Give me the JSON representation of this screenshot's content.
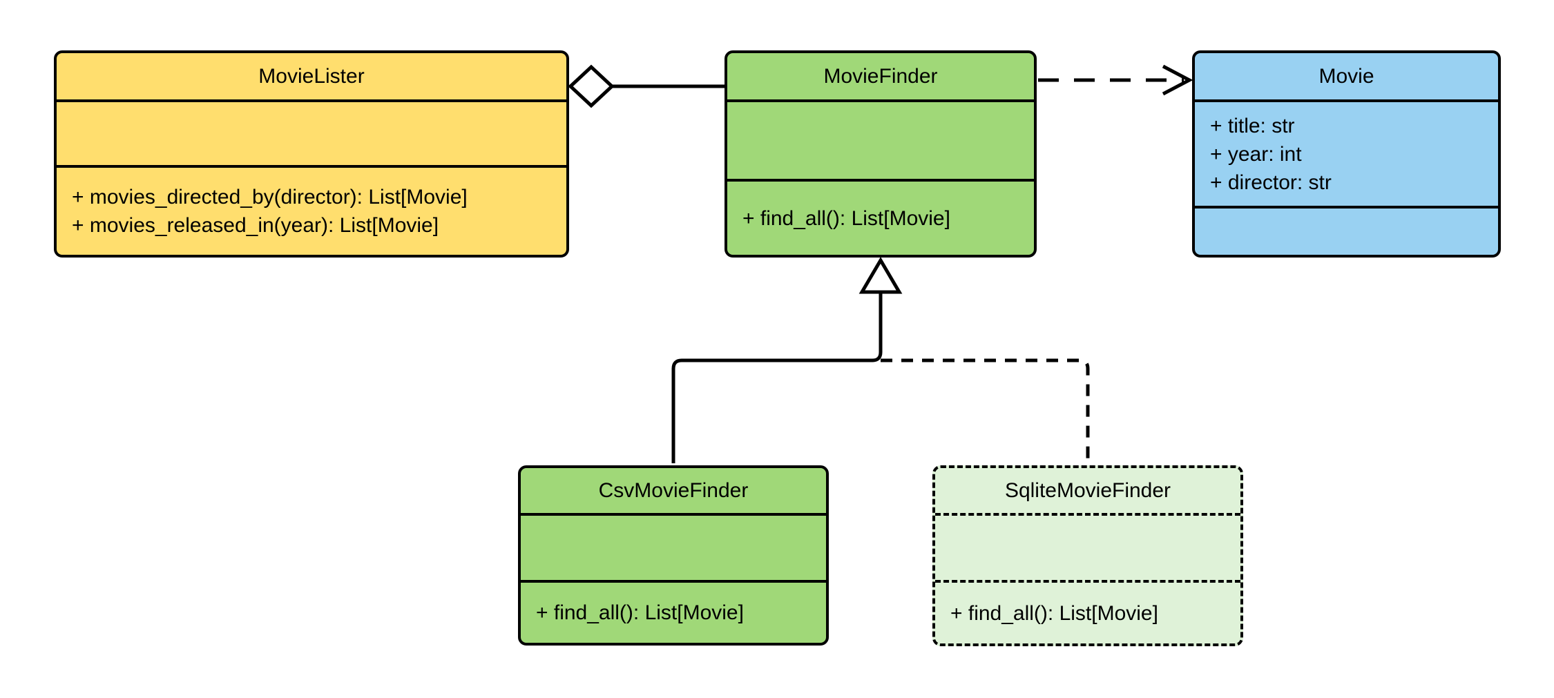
{
  "diagram": {
    "kind": "uml-class-diagram",
    "classes": {
      "movielister": {
        "name": "MovieLister",
        "attributes": [],
        "methods": [
          "+ movies_directed_by(director): List[Movie]",
          "+ movies_released_in(year): List[Movie]"
        ],
        "fill": "#FFDE6E",
        "border": "solid"
      },
      "moviefinder": {
        "name": "MovieFinder",
        "attributes": [],
        "methods": [
          "+ find_all(): List[Movie]"
        ],
        "fill": "#A0D878",
        "border": "solid"
      },
      "movie": {
        "name": "Movie",
        "attributes": [
          "+ title: str",
          "+ year: int",
          "+ director: str"
        ],
        "methods": [],
        "fill": "#99D1F2",
        "border": "solid"
      },
      "csvmoviefinder": {
        "name": "CsvMovieFinder",
        "attributes": [],
        "methods": [
          "+ find_all(): List[Movie]"
        ],
        "fill": "#A0D878",
        "border": "solid"
      },
      "sqlitemoviefinder": {
        "name": "SqliteMovieFinder",
        "attributes": [],
        "methods": [
          "+ find_all(): List[Movie]"
        ],
        "fill": "#DFF2D8",
        "border": "dashed"
      }
    },
    "relationships": [
      {
        "type": "aggregation",
        "from": "MovieLister",
        "to": "MovieFinder",
        "line": "solid",
        "marker": "hollow-diamond"
      },
      {
        "type": "dependency",
        "from": "MovieFinder",
        "to": "Movie",
        "line": "dashed",
        "marker": "open-arrow"
      },
      {
        "type": "generalization",
        "from": "CsvMovieFinder",
        "to": "MovieFinder",
        "line": "solid",
        "marker": "hollow-triangle"
      },
      {
        "type": "generalization",
        "from": "SqliteMovieFinder",
        "to": "MovieFinder",
        "line": "dashed",
        "marker": "hollow-triangle"
      }
    ],
    "colors": {
      "stroke": "#000000",
      "background": "#FFFFFF",
      "movielister_fill": "#FFDE6E",
      "moviefinder_fill": "#A0D878",
      "movie_fill": "#99D1F2",
      "csvmoviefinder_fill": "#A0D878",
      "sqlitemoviefinder_fill": "#DFF2D8"
    }
  },
  "classes": {
    "movielister": {
      "name": "MovieLister",
      "methods": {
        "0": "+ movies_directed_by(director): List[Movie]",
        "1": "+ movies_released_in(year): List[Movie]"
      }
    },
    "moviefinder": {
      "name": "MovieFinder",
      "methods": {
        "0": "+ find_all(): List[Movie]"
      }
    },
    "movie": {
      "name": "Movie",
      "attributes": {
        "0": "+ title: str",
        "1": "+ year: int",
        "2": "+ director: str"
      }
    },
    "csvmoviefinder": {
      "name": "CsvMovieFinder",
      "methods": {
        "0": "+ find_all(): List[Movie]"
      }
    },
    "sqlitemoviefinder": {
      "name": "SqliteMovieFinder",
      "methods": {
        "0": "+ find_all(): List[Movie]"
      }
    }
  }
}
